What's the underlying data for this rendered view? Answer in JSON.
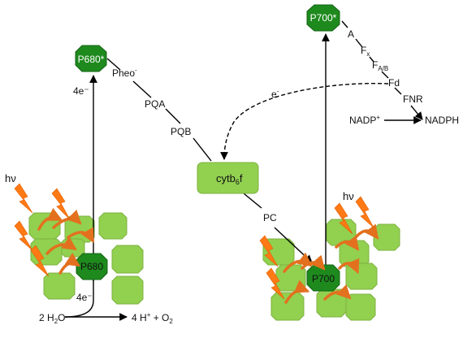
{
  "colors": {
    "light_green": "#92D050",
    "light_green_stroke": "#7DB23F",
    "dark_green": "#1E8A1E",
    "dark_green_stroke": "#146314",
    "arrow_orange": "#E3701E",
    "lightning": "#FF7A14",
    "line": "#000000"
  },
  "labels": {
    "p680_star": "P680*",
    "p680": "P680",
    "p700_star": "P700*",
    "p700": "P700",
    "cytb6f_base": "cytb",
    "cytb6f_sub": "6",
    "cytb6f_tail": "f",
    "four_e_upper": "4e⁻",
    "four_e_lower": "4e⁻",
    "pheo_base": "Pheo",
    "pheo_sup": "-",
    "pqa": "PQA",
    "pqb": "PQB",
    "pc": "PC",
    "a": "A",
    "fx_base": "F",
    "fx_sub": "x",
    "fab_base": "F",
    "fab_sub": "A/B",
    "fd": "Fd",
    "fnr": "FNR",
    "e_minus_base": "e",
    "e_minus_sup": "-",
    "nadp_plus_base": "NADP",
    "nadp_plus_sup": "+",
    "nadph": "NADPH",
    "hv_left": "hν",
    "hv_right": "hν",
    "water_pre": "2 H",
    "water_sub": "2",
    "water_post": "O",
    "products_pre": "4 H",
    "products_sup": "+",
    "products_mid": " + O",
    "products_sub": "2"
  }
}
